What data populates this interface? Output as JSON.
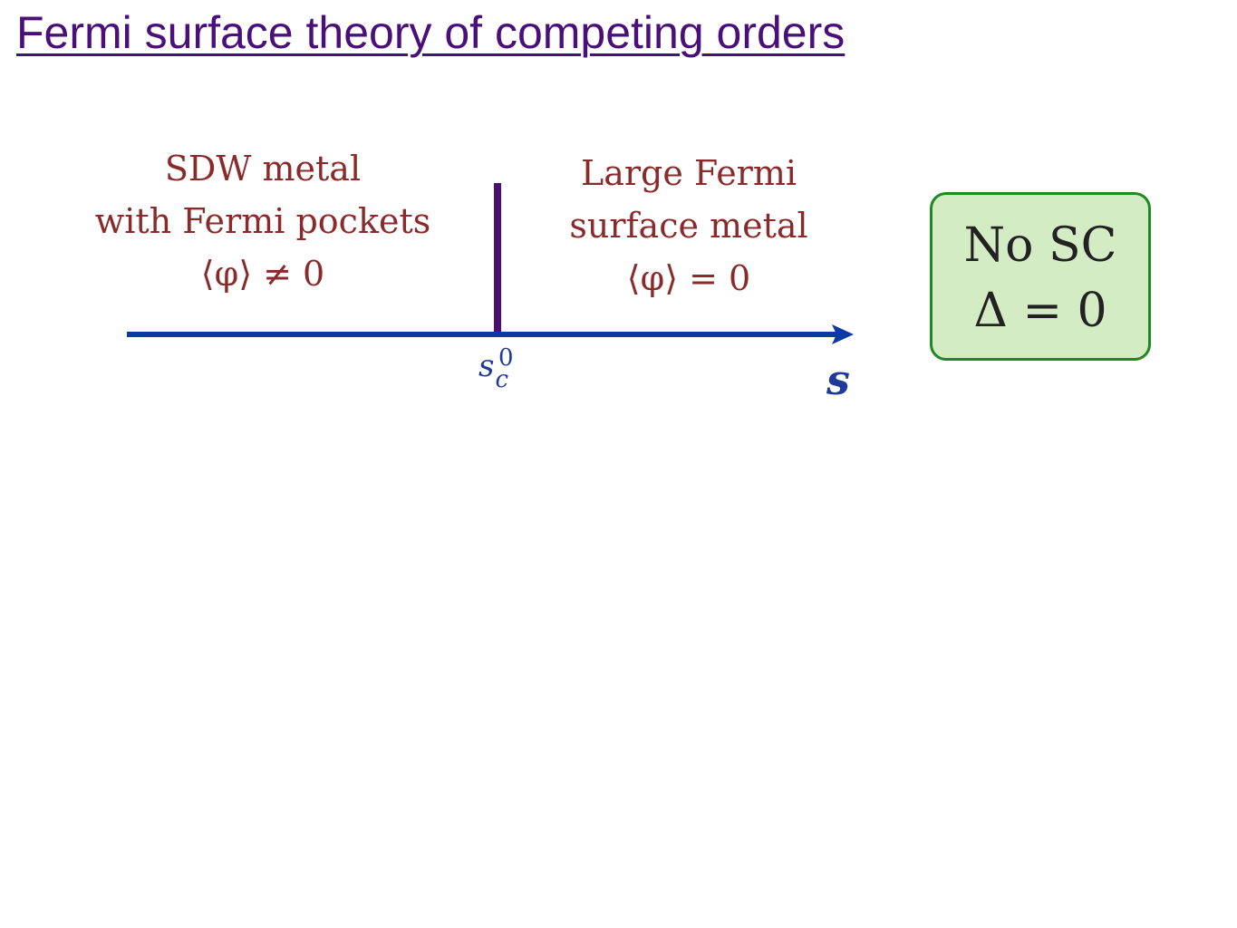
{
  "slide": {
    "title": "Fermi surface theory of competing orders"
  },
  "diagram": {
    "left_phase": {
      "line1": "SDW metal",
      "line2": "with Fermi pockets",
      "formula": "⟨φ⟩ ≠ 0"
    },
    "right_phase": {
      "line1": "Large Fermi",
      "line2": "surface metal",
      "formula": "⟨φ⟩ = 0"
    },
    "critical_point": {
      "symbol": "s",
      "subscript": "c",
      "superscript": "0"
    },
    "axis": {
      "label": "s"
    },
    "colors": {
      "axis": "#0d3aa0",
      "critical_line": "#4b0f6e",
      "phase_text": "#8b2a2a",
      "box_fill": "#d4ecc4",
      "box_border": "#1f8a1f"
    }
  },
  "box": {
    "line1": "No SC",
    "line2": "Δ = 0"
  }
}
